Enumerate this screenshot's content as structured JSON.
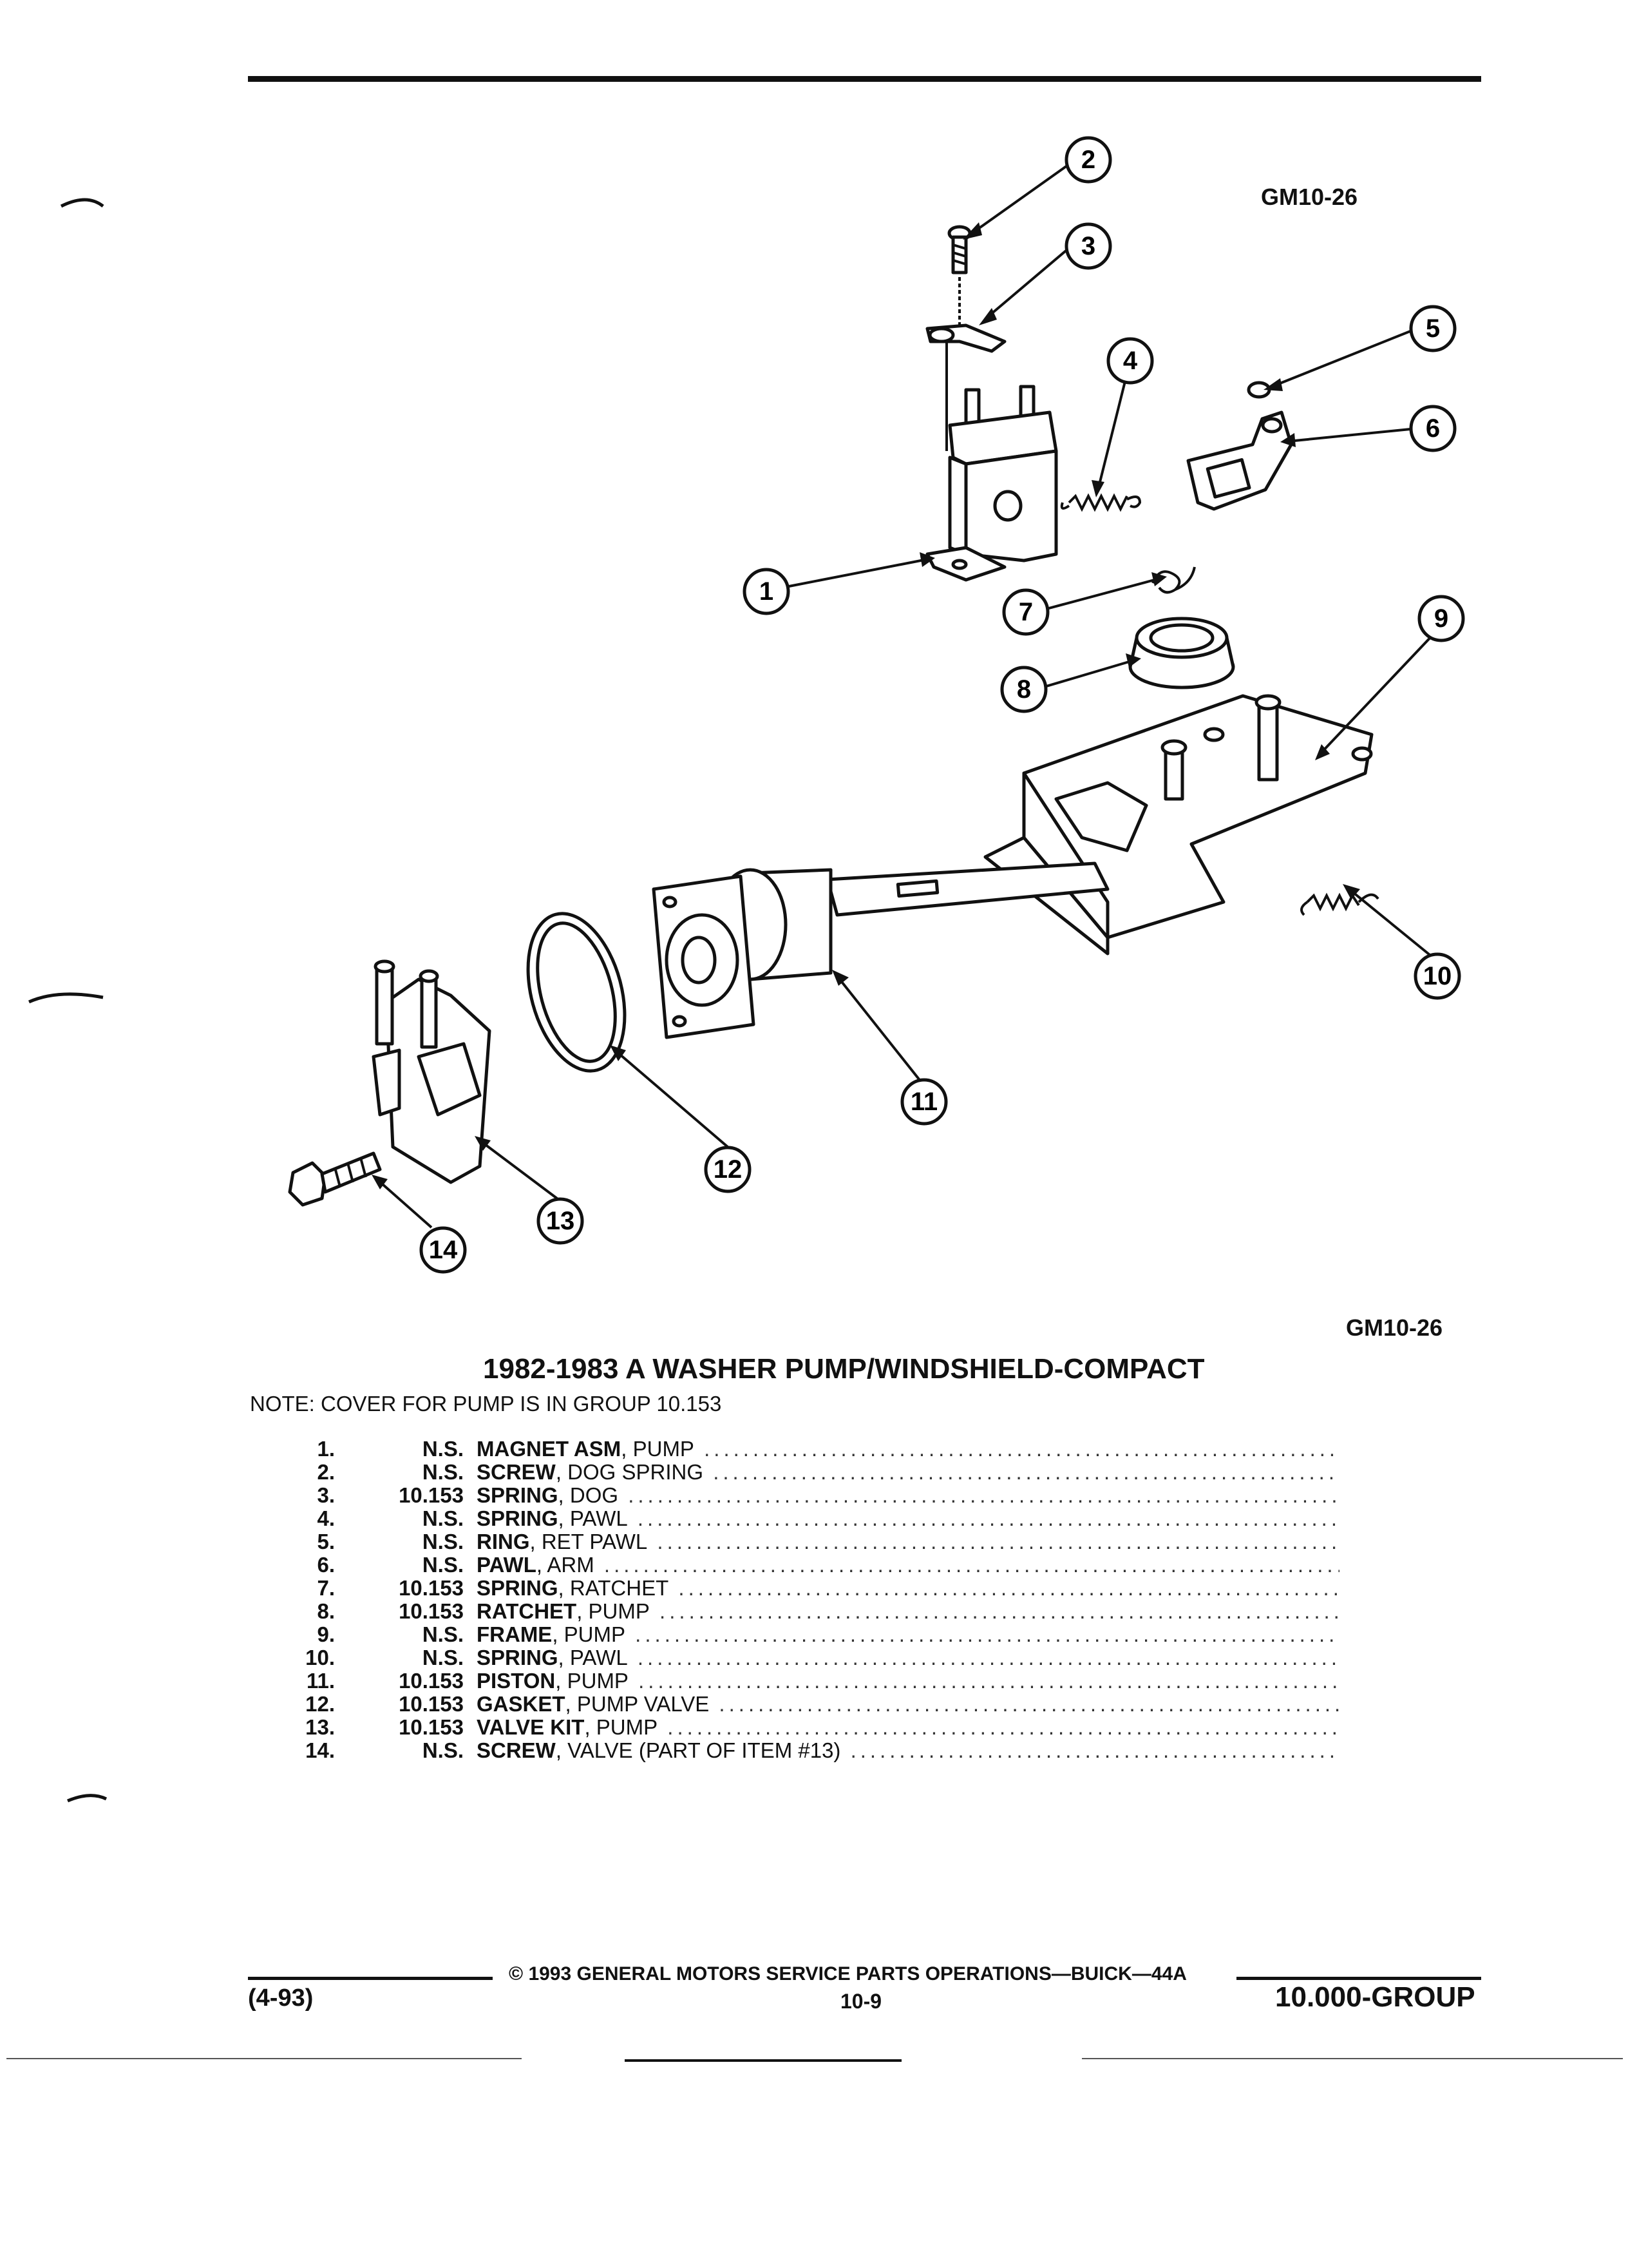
{
  "figure_code_top": "GM10-26",
  "figure_code_bottom": "GM10-26",
  "title": "1982-1983 A WASHER PUMP/WINDSHIELD-COMPACT",
  "note": "NOTE:  COVER FOR PUMP IS IN GROUP 10.153",
  "parts": [
    {
      "num": "1.",
      "group": "N.S.",
      "name": "MAGNET ASM",
      "desc": ", PUMP"
    },
    {
      "num": "2.",
      "group": "N.S.",
      "name": "SCREW",
      "desc": ", DOG SPRING"
    },
    {
      "num": "3.",
      "group": "10.153",
      "name": "SPRING",
      "desc": ", DOG"
    },
    {
      "num": "4.",
      "group": "N.S.",
      "name": "SPRING",
      "desc": ", PAWL"
    },
    {
      "num": "5.",
      "group": "N.S.",
      "name": "RING",
      "desc": ", RET PAWL"
    },
    {
      "num": "6.",
      "group": "N.S.",
      "name": "PAWL",
      "desc": ", ARM"
    },
    {
      "num": "7.",
      "group": "10.153",
      "name": "SPRING",
      "desc": ", RATCHET"
    },
    {
      "num": "8.",
      "group": "10.153",
      "name": "RATCHET",
      "desc": ", PUMP"
    },
    {
      "num": "9.",
      "group": "N.S.",
      "name": "FRAME",
      "desc": ", PUMP"
    },
    {
      "num": "10.",
      "group": "N.S.",
      "name": "SPRING",
      "desc": ", PAWL"
    },
    {
      "num": "11.",
      "group": "10.153",
      "name": "PISTON",
      "desc": ", PUMP"
    },
    {
      "num": "12.",
      "group": "10.153",
      "name": "GASKET",
      "desc": ", PUMP VALVE"
    },
    {
      "num": "13.",
      "group": "10.153",
      "name": "VALVE KIT",
      "desc": ", PUMP"
    },
    {
      "num": "14.",
      "group": "N.S.",
      "name": "SCREW",
      "desc": ", VALVE (PART OF ITEM #13)"
    }
  ],
  "callouts": [
    "1",
    "2",
    "3",
    "4",
    "5",
    "6",
    "7",
    "8",
    "9",
    "10",
    "11",
    "12",
    "13",
    "14"
  ],
  "footer": {
    "left": "(4-93)",
    "center": "©  1993  GENERAL MOTORS SERVICE PARTS OPERATIONS—BUICK—44A",
    "page": "10-9",
    "right": "10.000-GROUP"
  }
}
